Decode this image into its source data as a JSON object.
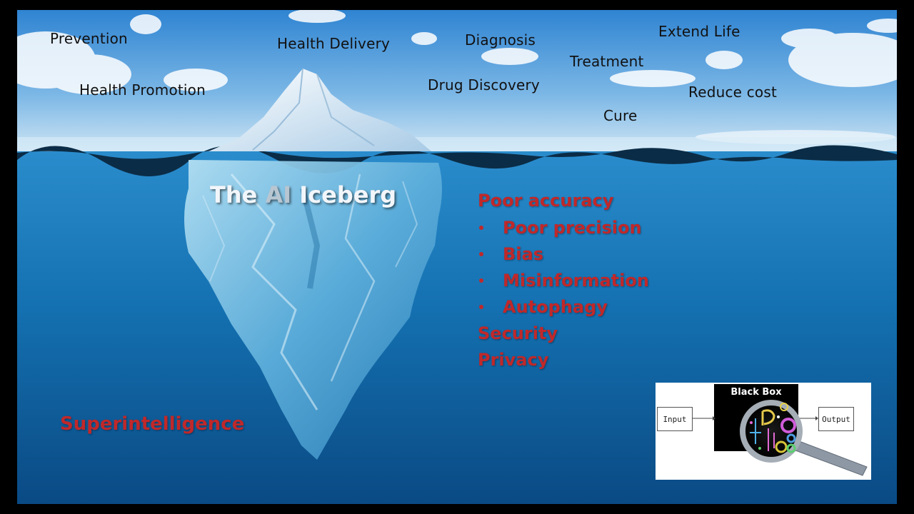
{
  "slide": {
    "title_prefix": "The ",
    "title_ai": "AI",
    "title_suffix": " Iceberg",
    "benefits": [
      "Prevention",
      "Health Delivery",
      "Diagnosis",
      "Extend Life",
      "Treatment",
      "Health Promotion",
      "Drug Discovery",
      "Reduce cost",
      "Cure"
    ],
    "risks": {
      "accuracy": "Poor accuracy",
      "accuracy_items": [
        "Poor precision",
        "Bias",
        "Misinformation",
        "Autophagy"
      ],
      "security": "Security",
      "privacy": "Privacy"
    },
    "deep_risk": "Superintelligence",
    "blackbox": {
      "title": "Black Box",
      "input": "Input",
      "output": "Output"
    }
  },
  "colors": {
    "risk_red": "#c0282a",
    "sky": "#4f97d8",
    "ocean": "#1a72b3"
  }
}
